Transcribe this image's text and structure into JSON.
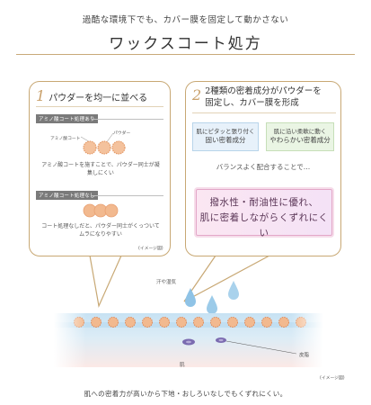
{
  "header": {
    "subtitle": "過酷な環境下でも、カバー膜を固定して動かさない",
    "title": "ワックスコート処方"
  },
  "panel1": {
    "number": "1",
    "title": "パウダーを均一に並べる",
    "tag_with": "アミノ酸コート処理あり",
    "label_amino": "アミノ酸コート",
    "label_powder": "パウダー",
    "desc_with": "アミノ酸コートを施すことで、パウダー同士が凝集しにくい",
    "tag_without": "アミノ酸コート処理なし",
    "desc_without": "コート処理なしだと、パウダー同士がくっついてムラになりやすい",
    "image_note": "(イメージ図)"
  },
  "panel2": {
    "number": "2",
    "title_line1": "2種類の密着成分がパウダーを",
    "title_line2": "固定し、カバー膜を形成",
    "box_left_line1": "肌にピタッと張り付く",
    "box_left_line2": "固い密着成分",
    "box_right_line1": "肌に沿い柔軟に動く",
    "box_right_line2": "やわらかい密着成分",
    "balance_text": "バランスよく配合することで…",
    "result_line1": "撥水性・耐油性に優れ、",
    "result_line2": "肌に密着しながらくずれにくい"
  },
  "diagram": {
    "label_sweat": "汗や湿気",
    "label_sebum": "皮脂",
    "label_skin": "肌",
    "image_note": "(イメージ図)"
  },
  "footer": {
    "text": "肌への密着力が高いから下地・おしろいなしでもくずれにくい。"
  },
  "colors": {
    "gold": "#c8a874",
    "powder": "#f2b98f",
    "skin_top": "#c7e2f3",
    "skin_bottom": "#f8e6e3",
    "drop": "#8fc3e6",
    "sebum": "#7b6bb0"
  }
}
